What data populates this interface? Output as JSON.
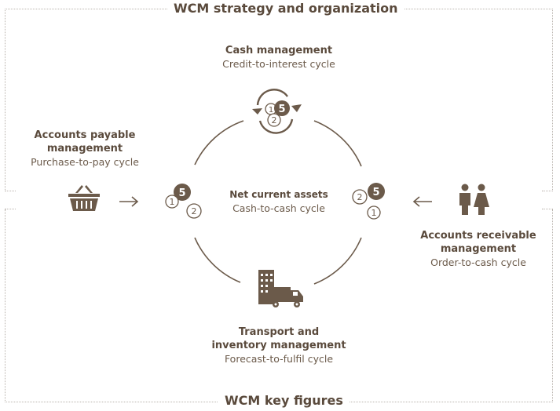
{
  "titles": {
    "top": "WCM strategy and organization",
    "bottom": "WCM key figures"
  },
  "nodes": {
    "cash": {
      "title": "Cash management",
      "subtitle": "Credit-to-interest cycle"
    },
    "payable": {
      "title_line1": "Accounts payable",
      "title_line2": "management",
      "subtitle": "Purchase-to-pay cycle"
    },
    "center": {
      "title": "Net current assets",
      "subtitle": "Cash-to-cash cycle"
    },
    "receivable": {
      "title_line1": "Accounts receivable",
      "title_line2": "management",
      "subtitle": "Order-to-cash cycle"
    },
    "transport": {
      "title_line1": "Transport and",
      "title_line2": "inventory management",
      "subtitle": "Forecast-to-fulfil cycle"
    }
  },
  "badges": {
    "big": "5",
    "small_a": "1",
    "small_b": "2"
  },
  "colors": {
    "primary": "#6b5a4a",
    "frame": "#b9b3ad"
  }
}
